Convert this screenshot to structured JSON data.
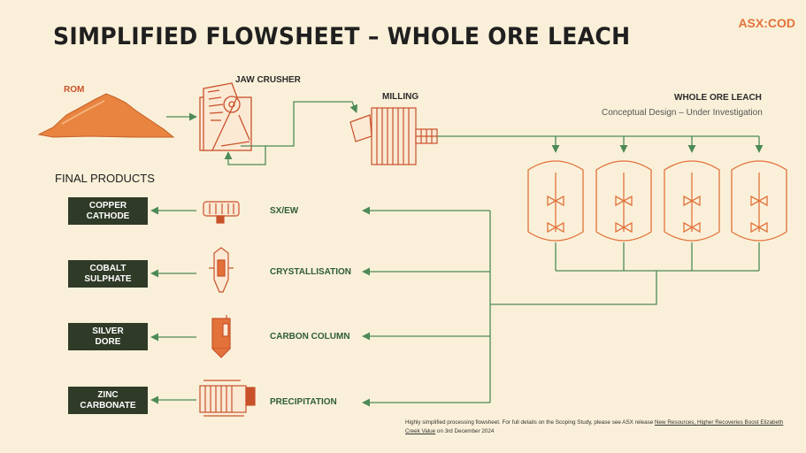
{
  "header": {
    "title": "SIMPLIFIED FLOWSHEET – WHOLE ORE LEACH",
    "ticker": "ASX:COD"
  },
  "process": {
    "rom": "ROM",
    "jaw_crusher": "JAW CRUSHER",
    "milling": "MILLING",
    "whole_ore_leach": "WHOLE ORE LEACH",
    "whole_ore_leach_sub": "Conceptual Design – Under Investigation"
  },
  "final_products": {
    "heading": "FINAL PRODUCTS",
    "items": [
      {
        "line1": "COPPER",
        "line2": "CATHODE",
        "process": "SX/EW"
      },
      {
        "line1": "COBALT",
        "line2": "SULPHATE",
        "process": "CRYSTALLISATION"
      },
      {
        "line1": "SILVER",
        "line2": "DORE",
        "process": "CARBON COLUMN"
      },
      {
        "line1": "ZINC",
        "line2": "CARBONATE",
        "process": "PRECIPITATION"
      }
    ]
  },
  "footnote": {
    "text": "Highly simplified processing flowsheet. For full details on the Scoping Study, please see ASX release ",
    "link": "New Resources, Higher Recoveries Boost Elizabeth Creek Value",
    "suffix": " on 3rd December 2024"
  },
  "colors": {
    "background": "#faf0d9",
    "accent_orange": "#e2723a",
    "line_green": "#4c8a56",
    "product_box": "#2f3a27"
  }
}
